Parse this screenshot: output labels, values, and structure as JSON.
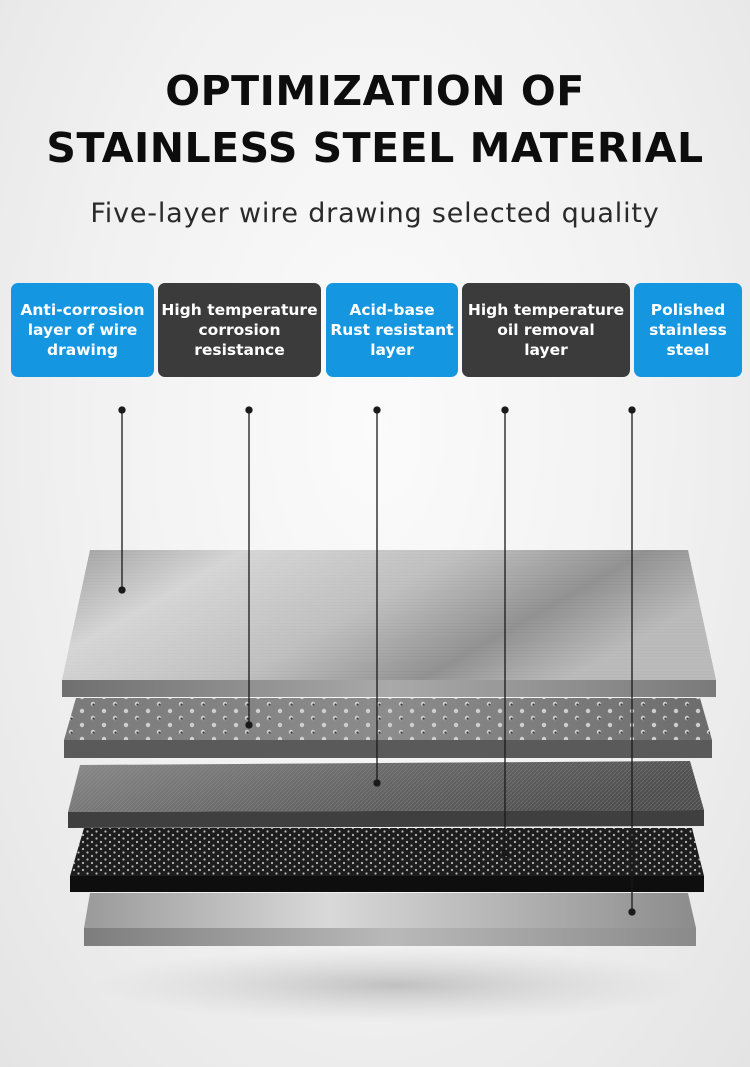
{
  "header": {
    "title_line1": "OPTIMIZATION OF",
    "title_line2": "STAINLESS STEEL MATERIAL",
    "subtitle": "Five-layer wire drawing selected quality"
  },
  "layers": [
    {
      "label": "Anti-corrosion\nlayer of wire\ndrawing",
      "color": "#1497e0"
    },
    {
      "label": "High temperature\ncorrosion\nresistance",
      "color": "#3b3b3b"
    },
    {
      "label": "Acid-base\nRust resistant\nlayer",
      "color": "#1497e0"
    },
    {
      "label": "High temperature\noil removal\nlayer",
      "color": "#3b3b3b"
    },
    {
      "label": "Polished\nstainless\nsteel",
      "color": "#1497e0"
    }
  ]
}
